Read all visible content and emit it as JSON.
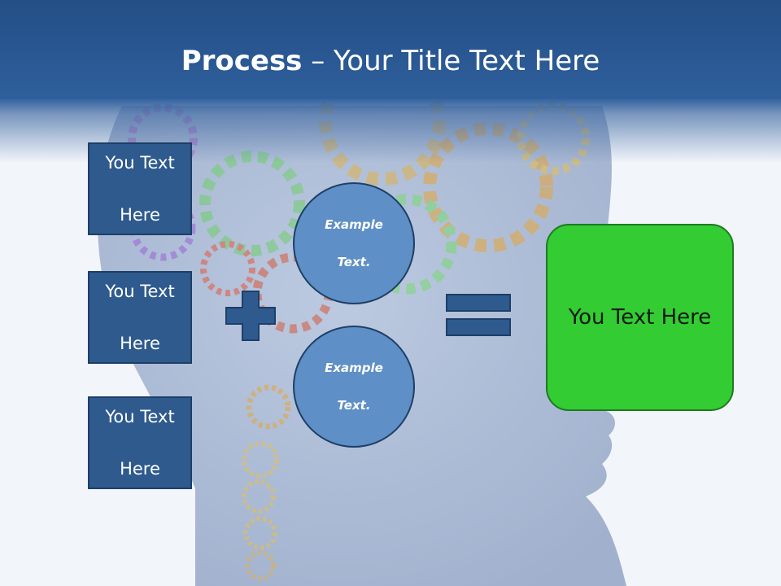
{
  "slide": {
    "title_bold": "Process",
    "title_rest": " – Your Title Text Here",
    "left_boxes": [
      {
        "line1": "You Text",
        "line2": "Here"
      },
      {
        "line1": "You Text",
        "line2": "Here"
      },
      {
        "line1": "You Text",
        "line2": "Here"
      }
    ],
    "circles": [
      {
        "line1": "Example",
        "line2": "Text."
      },
      {
        "line1": "Example",
        "line2": "Text."
      }
    ],
    "result_text": "You Text Here"
  },
  "colors": {
    "title_bar": "#2e5f9c",
    "box_fill": "#2e5a8e",
    "circle_fill": "#5e8fc6",
    "result_fill": "#33cc33",
    "operator_fill": "#2e5a8e"
  },
  "icons": {
    "background": "head-with-gears-illustration",
    "operator_1": "plus-icon",
    "operator_2": "equals-icon"
  }
}
